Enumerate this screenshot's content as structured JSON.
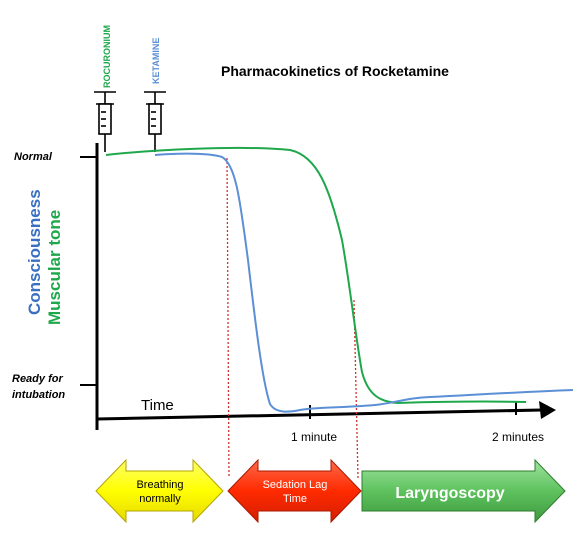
{
  "title": "Pharmacokinetics of Rocketamine",
  "y_axis": {
    "label_blue": "Consciousness",
    "label_green": "Muscular tone",
    "tick_normal": "Normal",
    "tick_ready_1": "Ready for",
    "tick_ready_2": "intubation"
  },
  "x_axis": {
    "label": "Time",
    "tick_1": "1 minute",
    "tick_2": "2 minutes"
  },
  "drugs": {
    "rocuronium": "ROCURONIUM",
    "ketamine": "KETAMINE"
  },
  "phases": {
    "breathing_1": "Breathing",
    "breathing_2": "normally",
    "lag_1": "Sedation Lag",
    "lag_2": "Time",
    "laryngoscopy": "Laryngoscopy"
  },
  "colors": {
    "consciousness": "#5b8fd6",
    "muscular_tone": "#1ea84b",
    "guide_lines": "#d0312d",
    "breathing_arrow": "#ffff00",
    "lag_arrow": "#ff2a00",
    "laryngoscopy_arrow": "#5ec25e"
  }
}
